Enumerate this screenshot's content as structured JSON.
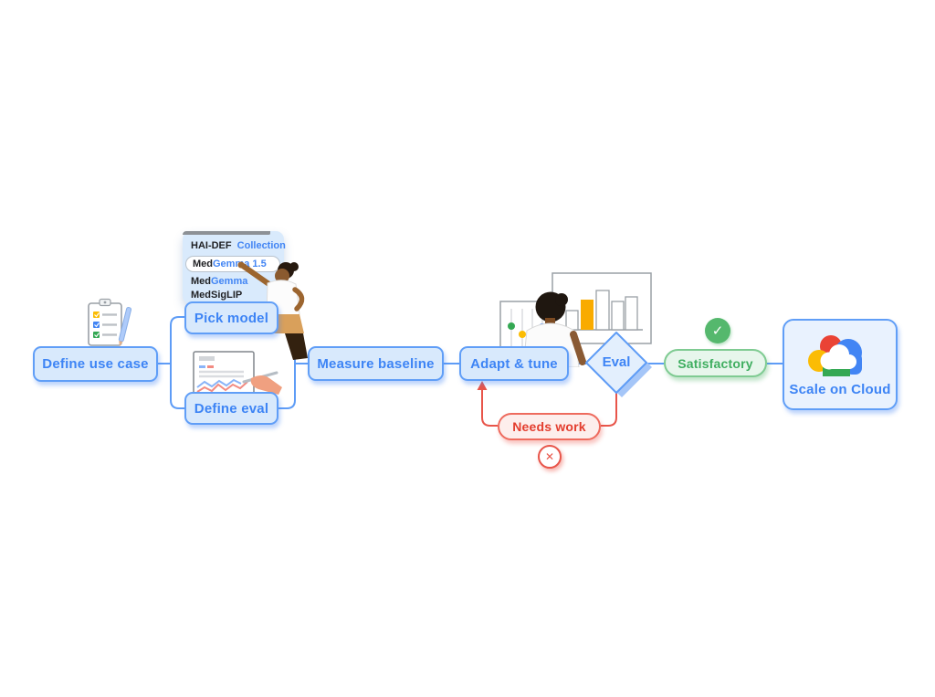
{
  "colors": {
    "blue": "#4285f4",
    "green": "#34a853",
    "red": "#ea4335",
    "yellow": "#fbbc04",
    "node_fill": "#d8e9fc",
    "node_border": "#609ef7"
  },
  "labels": {
    "define_use_case": "Define use case",
    "pick_model": "Pick model",
    "define_eval": "Define eval",
    "measure_baseline": "Measure baseline",
    "adapt_tune": "Adapt & tune",
    "eval": "Eval",
    "satisfactory": "Satisfactory",
    "needs_work": "Needs work",
    "scale_on_cloud": "Scale on Cloud"
  },
  "model_picker": {
    "collection_name": "HAI-DEF",
    "collection_word": "Collection",
    "items": [
      {
        "prefix": "Med",
        "suffix": "Gemma 1.5"
      },
      {
        "prefix": "Med",
        "suffix": "Gemma"
      },
      {
        "prefix": "MedSigLIP",
        "suffix": ""
      }
    ]
  },
  "icons": {
    "check": "✓",
    "close": "✕"
  }
}
